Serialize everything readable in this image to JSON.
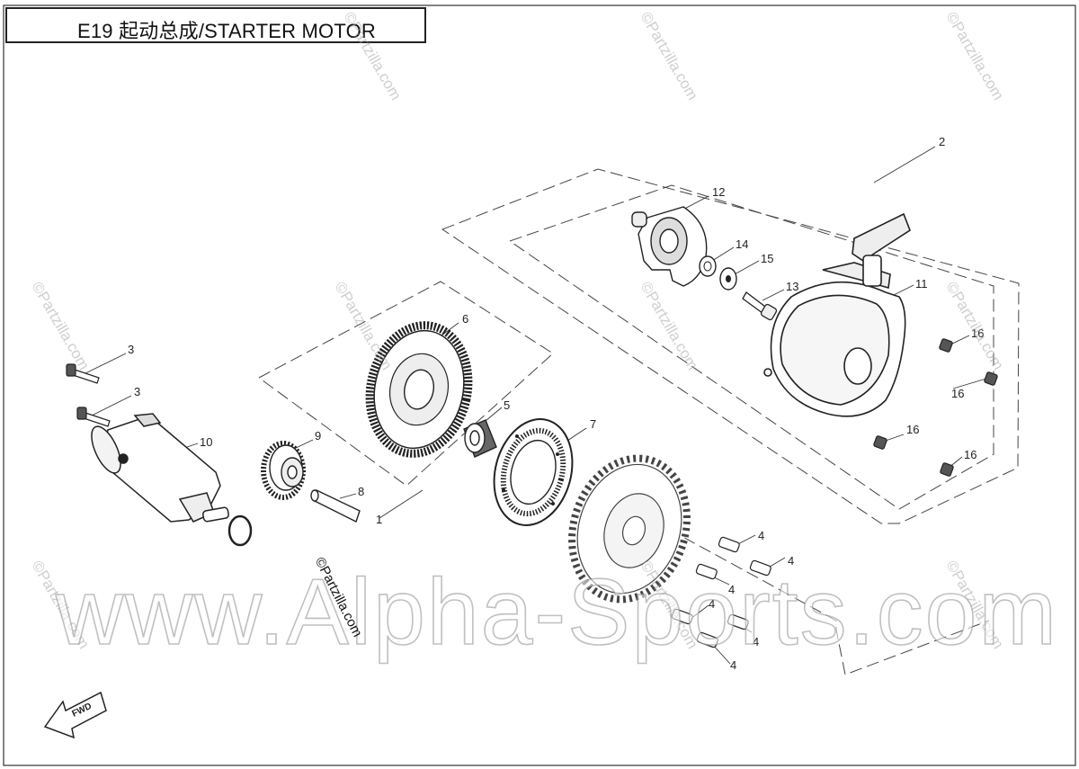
{
  "title": {
    "code": "E19",
    "text": "起动总成/STARTER MOTOR"
  },
  "callouts": [
    {
      "id": "c2",
      "label": "2"
    },
    {
      "id": "c12",
      "label": "12"
    },
    {
      "id": "c14",
      "label": "14"
    },
    {
      "id": "c15",
      "label": "15"
    },
    {
      "id": "c13",
      "label": "13"
    },
    {
      "id": "c11",
      "label": "11"
    },
    {
      "id": "c16a",
      "label": "16"
    },
    {
      "id": "c16b",
      "label": "16"
    },
    {
      "id": "c16c",
      "label": "16"
    },
    {
      "id": "c16d",
      "label": "16"
    },
    {
      "id": "c6",
      "label": "6"
    },
    {
      "id": "c5",
      "label": "5"
    },
    {
      "id": "c7",
      "label": "7"
    },
    {
      "id": "c3a",
      "label": "3"
    },
    {
      "id": "c3b",
      "label": "3"
    },
    {
      "id": "c10",
      "label": "10"
    },
    {
      "id": "c9",
      "label": "9"
    },
    {
      "id": "c8",
      "label": "8"
    },
    {
      "id": "c1",
      "label": "1"
    },
    {
      "id": "c4a",
      "label": "4"
    },
    {
      "id": "c4b",
      "label": "4"
    },
    {
      "id": "c4c",
      "label": "4"
    },
    {
      "id": "c4d",
      "label": "4"
    },
    {
      "id": "c4e",
      "label": "4"
    },
    {
      "id": "c4f",
      "label": "4"
    }
  ],
  "fwd_label": "FWD",
  "watermarks": {
    "main": "www.Alpha-Sports.com",
    "center": "©Partzilla.com",
    "tile": "©Partzilla.com"
  },
  "colors": {
    "line": "#222222",
    "background": "#ffffff",
    "watermark": "#a0a0a0"
  }
}
